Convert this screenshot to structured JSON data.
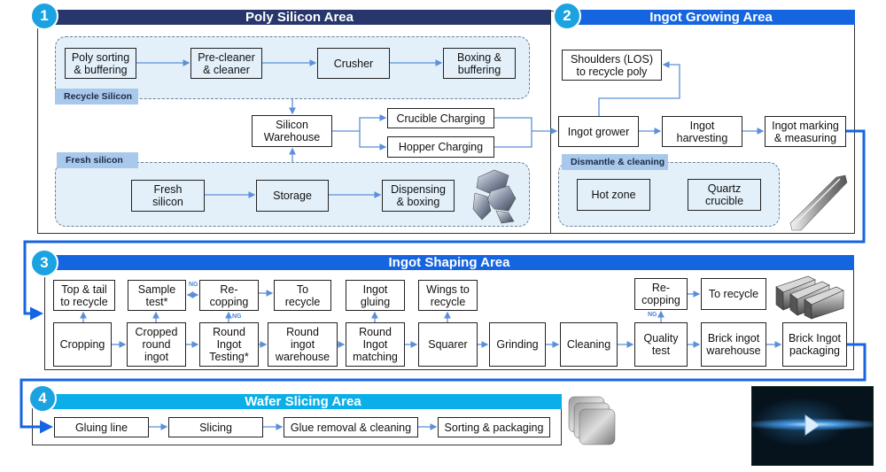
{
  "colors": {
    "area1": "#27376b",
    "area2": "#1565e0",
    "area3": "#1565e0",
    "area4": "#0aaee8",
    "badge": "#1aa3e0",
    "arrow": "#5b8fd9",
    "flow": "#1565e0",
    "group_fill": "#e3f0f9",
    "group_tag": "#a9c9ec"
  },
  "areas": [
    {
      "num": "1",
      "title": "Poly Silicon Area"
    },
    {
      "num": "2",
      "title": "Ingot Growing Area"
    },
    {
      "num": "3",
      "title": "Ingot Shaping Area"
    },
    {
      "num": "4",
      "title": "Wafer Slicing Area"
    }
  ],
  "poly": {
    "recycle_tag": "Recycle Silicon",
    "fresh_tag": "Fresh silicon",
    "recycle_steps": [
      "Poly sorting\n& buffering",
      "Pre-cleaner\n& cleaner",
      "Crusher",
      "Boxing &\nbuffering"
    ],
    "warehouse": "Silicon\nWarehouse",
    "crucible": "Crucible Charging",
    "hopper": "Hopper Charging",
    "fresh_steps": [
      "Fresh\nsilicon",
      "Storage",
      "Dispensing\n& boxing"
    ]
  },
  "growing": {
    "shoulders": "Shoulders (LOS)\nto recycle poly",
    "steps": [
      "Ingot grower",
      "Ingot\nharvesting",
      "Ingot marking\n& measuring"
    ],
    "dismantle_tag": "Dismantle & cleaning",
    "dismantle_items": [
      "Hot zone",
      "Quartz\ncrucible"
    ]
  },
  "shaping": {
    "top_row": [
      "Top & tail\nto recycle",
      "Sample\ntest*",
      "Re-\ncopping",
      "To\nrecycle",
      "Ingot\ngluing",
      "Wings to\nrecycle",
      "Re-\ncopping",
      "To recycle"
    ],
    "bottom_row": [
      "Cropping",
      "Cropped\nround\ningot",
      "Round\nIngot\nTesting*",
      "Round\ningot\nwarehouse",
      "Round\nIngot\nmatching",
      "Squarer",
      "Grinding",
      "Cleaning",
      "Quality\ntest",
      "Brick ingot\nwarehouse",
      "Brick Ingot\npackaging"
    ],
    "ng_label": "NG"
  },
  "slicing": {
    "steps": [
      "Gluing line",
      "Slicing",
      "Glue removal & cleaning",
      "Sorting & packaging"
    ]
  },
  "images": [
    "silicon-chunks-image",
    "ingot-rod-image",
    "brick-ingots-image",
    "wafers-image",
    "video-thumbnail"
  ]
}
